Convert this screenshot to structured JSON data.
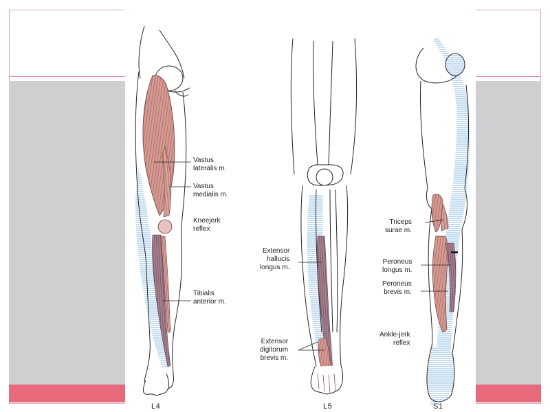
{
  "colors": {
    "band_grey": "#cfcfd1",
    "band_red": "#e66a7c",
    "frame_border": "#d9a6b4",
    "muscle": "#c98c84",
    "dermatome_hatch": "#9cc6e6"
  },
  "figure": {
    "segments": [
      "L4",
      "L5",
      "S1"
    ],
    "labels": {
      "vastus_lateralis": "Vastus\nlateralis m.",
      "vastus_medialis": "Vastus\nmedialis m.",
      "knee_jerk": "Kneejerk\nreflex",
      "tibialis_anterior": "Tibialis\nanterior m.",
      "extensor_hallucis": "Extensor\nhallucis\nlongus m.",
      "extensor_digitorum": "Extensor\ndigitorum\nbrevis m.",
      "triceps_surae": "Triceps\nsurae m.",
      "peroneus_longus": "Peroneus\nlongus m.",
      "peroneus_brevis": "Peroneus\nbrevis m.",
      "ankle_jerk": "Ankle-jerk\nreflex"
    }
  }
}
